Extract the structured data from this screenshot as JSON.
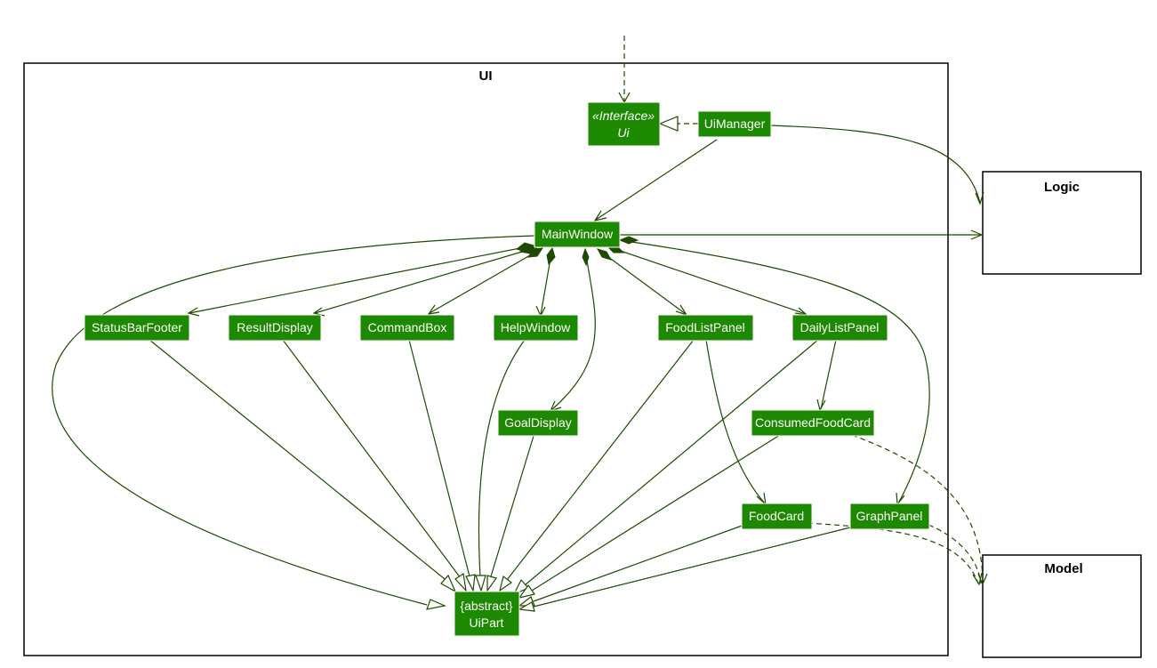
{
  "packages": {
    "ui": "UI",
    "logic": "Logic",
    "model": "Model"
  },
  "classes": {
    "ui_interface": {
      "stereotype": "«Interface»",
      "name": "Ui"
    },
    "ui_manager": "UiManager",
    "main_window": "MainWindow",
    "status_bar_footer": "StatusBarFooter",
    "result_display": "ResultDisplay",
    "command_box": "CommandBox",
    "help_window": "HelpWindow",
    "goal_display": "GoalDisplay",
    "food_list_panel": "FoodListPanel",
    "daily_list_panel": "DailyListPanel",
    "consumed_food_card": "ConsumedFoodCard",
    "food_card": "FoodCard",
    "graph_panel": "GraphPanel",
    "ui_part": {
      "stereotype": "{abstract}",
      "name": "UiPart"
    }
  },
  "colors": {
    "class_fill": "#1d8900",
    "edge": "#1d4a00",
    "class_text": "#ffffff"
  }
}
